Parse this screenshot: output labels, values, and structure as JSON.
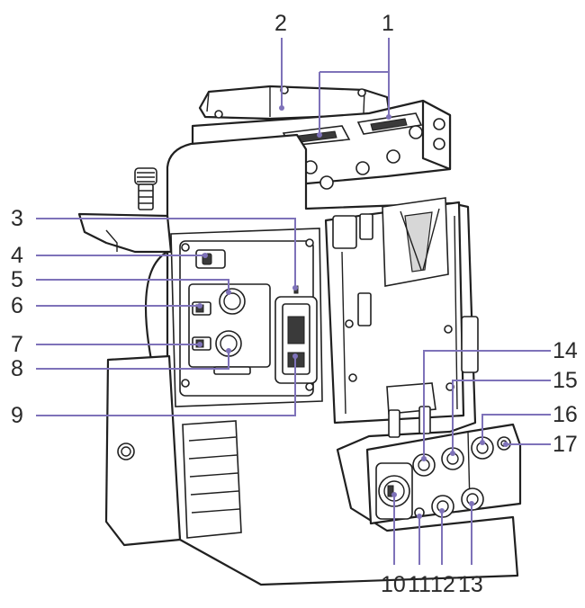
{
  "diagram": {
    "colors": {
      "leader": "#7e72b9",
      "outline": "#202020",
      "label": "#2a2a2a"
    },
    "labels": {
      "n1": "1",
      "n2": "2",
      "n3": "3",
      "n4": "4",
      "n5": "5",
      "n6": "6",
      "n7": "7",
      "n8": "8",
      "n9": "9",
      "n10": "10",
      "n11": "11",
      "n12": "12",
      "n13": "13",
      "n14": "14",
      "n15": "15",
      "n16": "16",
      "n17": "17"
    }
  }
}
